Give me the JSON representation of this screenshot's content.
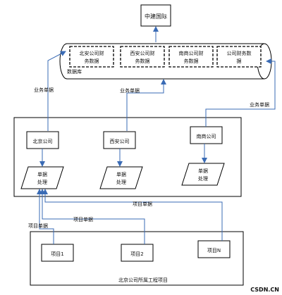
{
  "top": {
    "label": "中建国际"
  },
  "database": {
    "label": "数据库",
    "boxes": [
      {
        "line1": "北安公司财",
        "line2": "务数据"
      },
      {
        "line1": "西安公司财",
        "line2": "务数据"
      },
      {
        "line1": "南商公司财",
        "line2": "务数据"
      },
      {
        "line1": "公司财务数",
        "line2": "据"
      }
    ]
  },
  "upload_labels": {
    "left": "业务单据",
    "middle": "业务单据",
    "right": "业务单据"
  },
  "companies": [
    {
      "name": "北京公司"
    },
    {
      "name": "西安公司"
    },
    {
      "name": "南商公司"
    }
  ],
  "process": {
    "line1": "单据",
    "line2": "处理"
  },
  "project_flow_labels": {
    "top": "项目单据",
    "middle": "项目单据",
    "left": "项目单据"
  },
  "projects": [
    {
      "name": "项目1"
    },
    {
      "name": "项目2"
    },
    {
      "name": "项目N"
    }
  ],
  "projects_group_label": "北京公司所属工程项目",
  "watermark": "CSDN.CN"
}
